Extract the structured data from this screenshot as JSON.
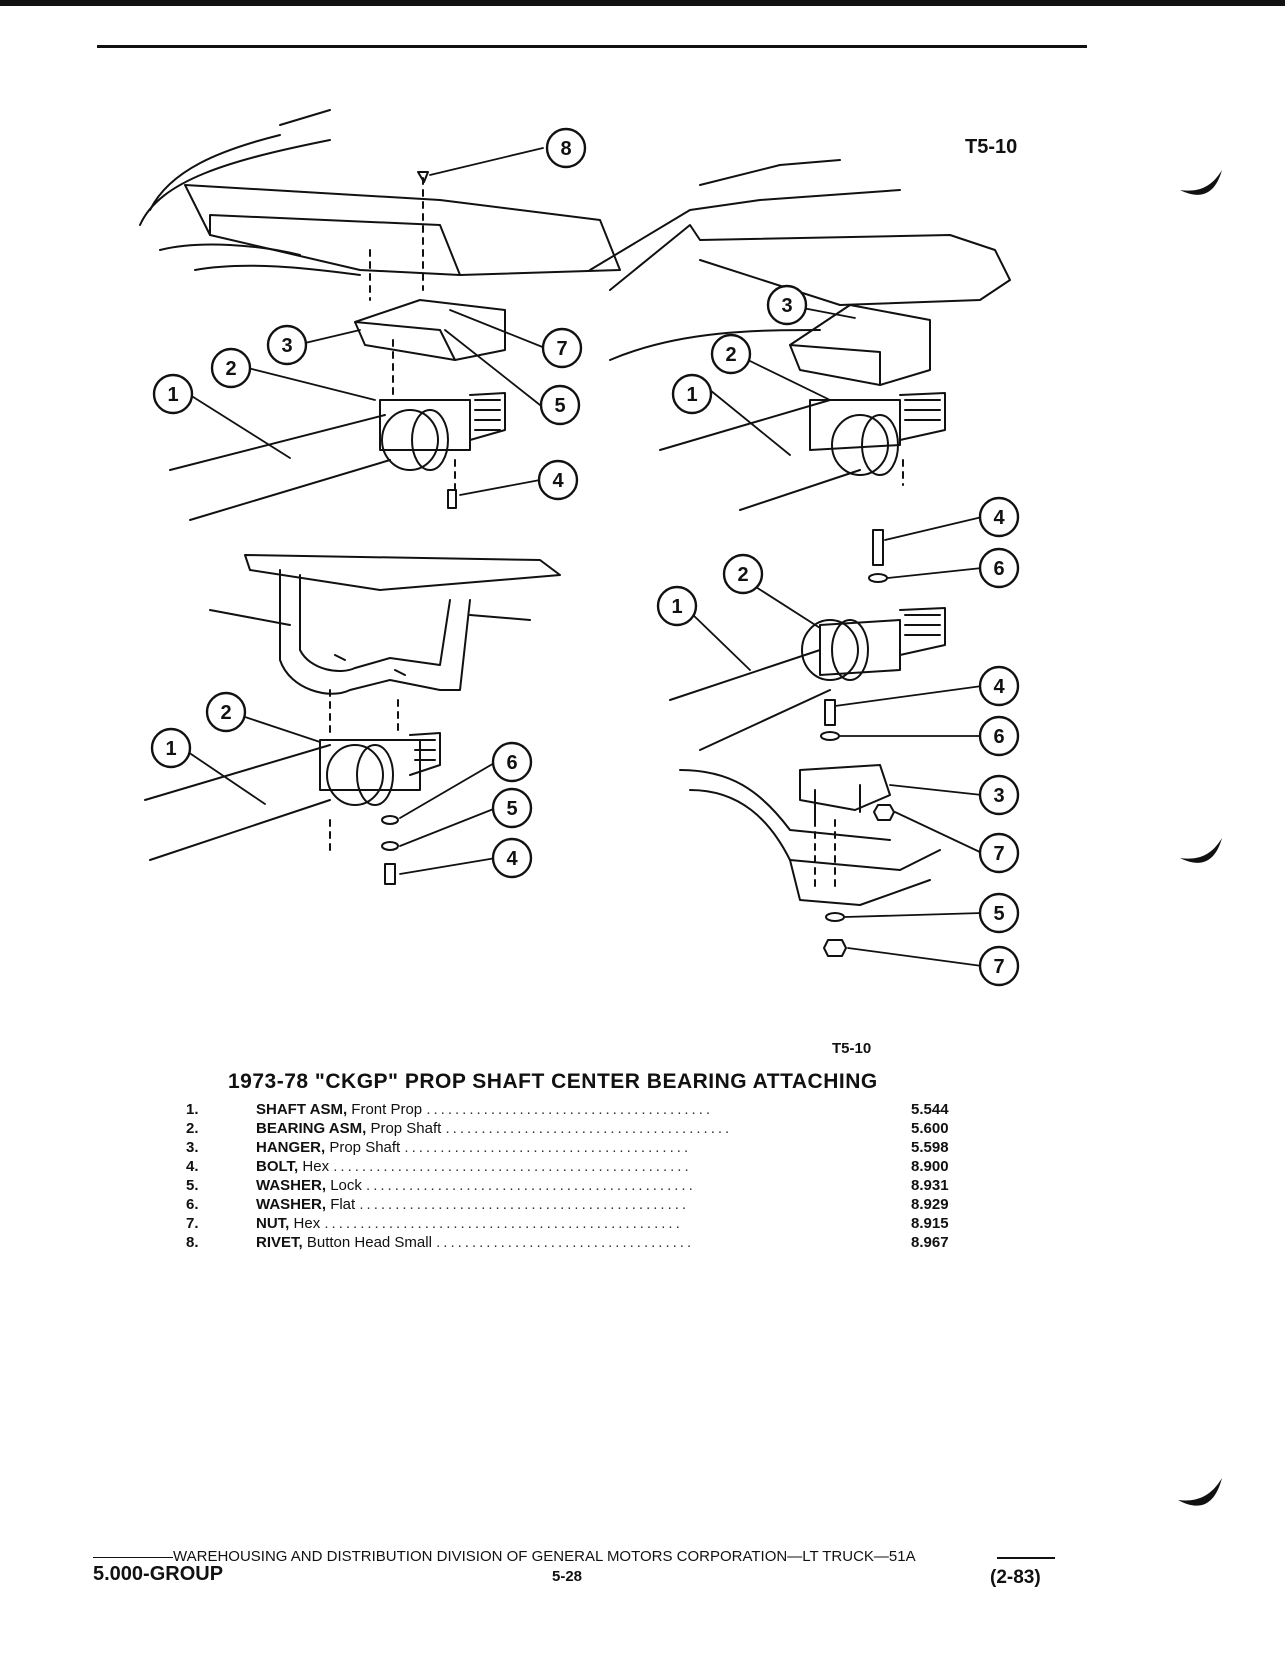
{
  "figure": {
    "code_top": "T5-10",
    "code_bottom": "T5-10",
    "callouts": [
      "1",
      "2",
      "3",
      "4",
      "5",
      "6",
      "7",
      "8"
    ]
  },
  "parts": {
    "title": "1973-78 \"CKGP\" PROP SHAFT CENTER BEARING ATTACHING",
    "items": [
      {
        "num": "1.",
        "name": "SHAFT ASM,",
        "desc": "Front Prop",
        "ref": "5.544"
      },
      {
        "num": "2.",
        "name": "BEARING ASM,",
        "desc": "Prop Shaft",
        "ref": "5.600"
      },
      {
        "num": "3.",
        "name": "HANGER,",
        "desc": "Prop Shaft",
        "ref": "5.598"
      },
      {
        "num": "4.",
        "name": "BOLT,",
        "desc": "Hex",
        "ref": "8.900"
      },
      {
        "num": "5.",
        "name": "WASHER,",
        "desc": "Lock",
        "ref": "8.931"
      },
      {
        "num": "6.",
        "name": "WASHER,",
        "desc": "Flat",
        "ref": "8.929"
      },
      {
        "num": "7.",
        "name": "NUT,",
        "desc": "Hex",
        "ref": "8.915"
      },
      {
        "num": "8.",
        "name": "RIVET,",
        "desc": "Button Head Small",
        "ref": "8.967"
      }
    ]
  },
  "footer": {
    "division": "WAREHOUSING AND DISTRIBUTION  DIVISION OF GENERAL MOTORS CORPORATION—LT TRUCK—51A",
    "group": "5.000-GROUP",
    "page": "5-28",
    "date": "(2-83)"
  }
}
